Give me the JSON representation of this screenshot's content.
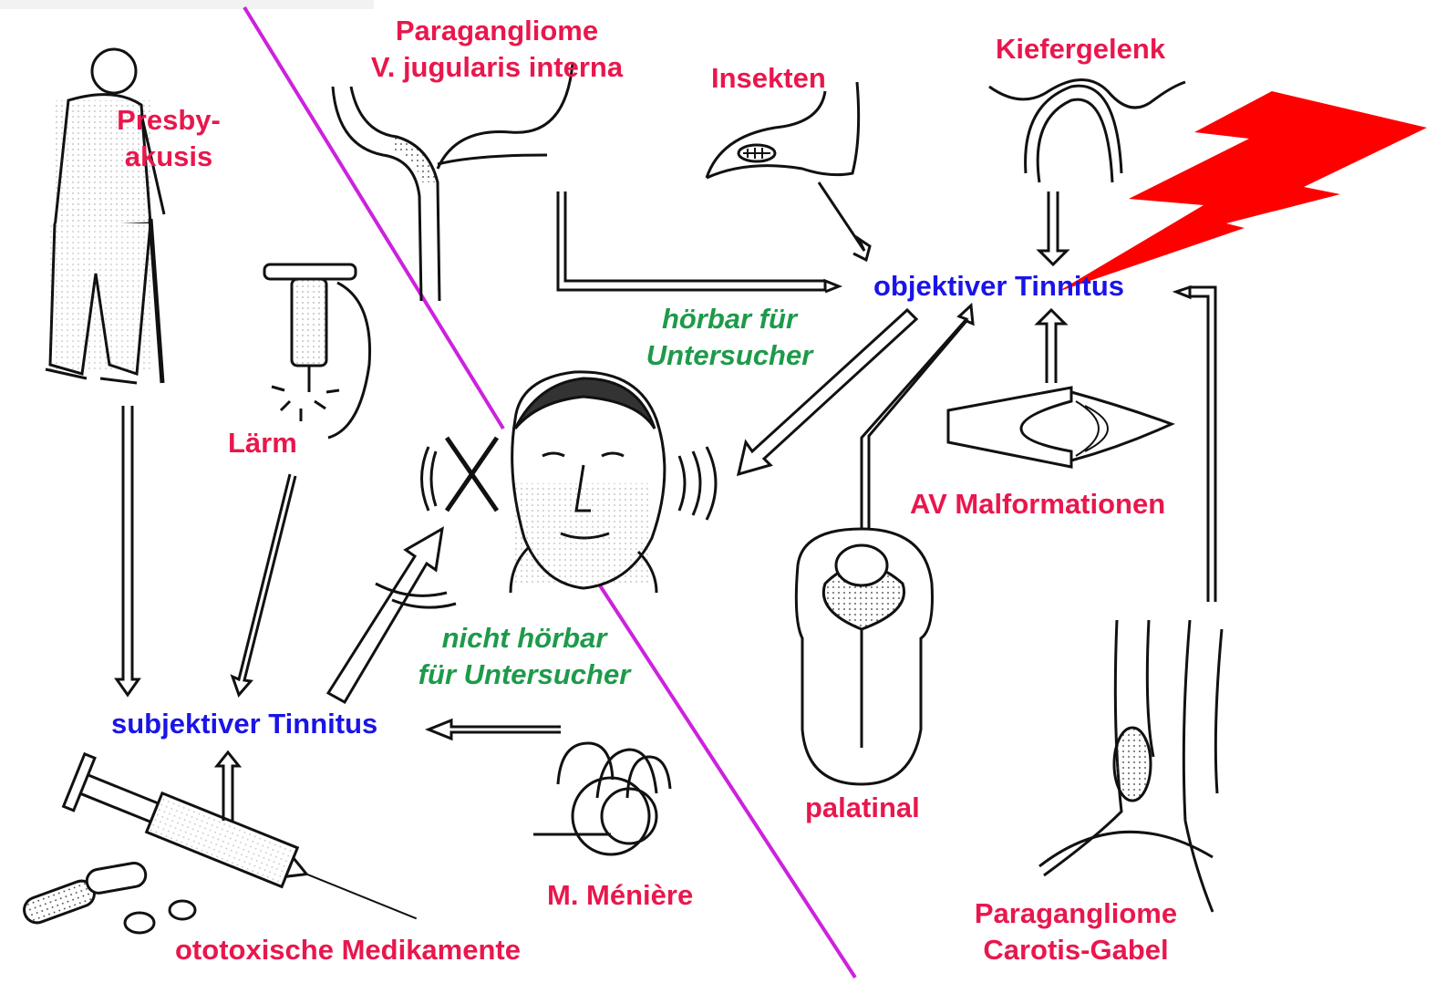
{
  "diagram": {
    "labels": {
      "presbyakusis": [
        "Presby-",
        "akusis"
      ],
      "laerm": "Lärm",
      "paragangliome_jugularis": [
        "Paragangliome",
        "V. jugularis interna"
      ],
      "insekten": "Insekten",
      "kiefergelenk": "Kiefergelenk",
      "objektiver_tinnitus": "objektiver Tinnitus",
      "hoerbar": [
        "hörbar für",
        "Untersucher"
      ],
      "nicht_hoerbar": [
        "nicht hörbar",
        "für Untersucher"
      ],
      "subjektiver_tinnitus": "subjektiver Tinnitus",
      "av_malformationen": "AV Malformationen",
      "palatinal": "palatinal",
      "menière": "M. Ménière",
      "ototoxische": "ototoxische Medikamente",
      "paragangliome_carotis": [
        "Paragangliome",
        "Carotis-Gabel"
      ]
    },
    "colors": {
      "cause_label": "#e8174d",
      "tinnitus_label": "#1a14e6",
      "audibility_label": "#1d9a4a",
      "divider_line": "#cc22dd",
      "lightning": "#ff0000",
      "stroke": "#111111"
    },
    "icons": [
      "elderly-man-icon",
      "jackhammer-icon",
      "head-icon",
      "jugular-vein-icon",
      "insect-icon",
      "jaw-joint-icon",
      "av-malformation-icon",
      "palate-tongue-icon",
      "carotis-bifurcation-icon",
      "syringe-pills-icon",
      "cochlea-icon",
      "lightning-icon"
    ]
  }
}
